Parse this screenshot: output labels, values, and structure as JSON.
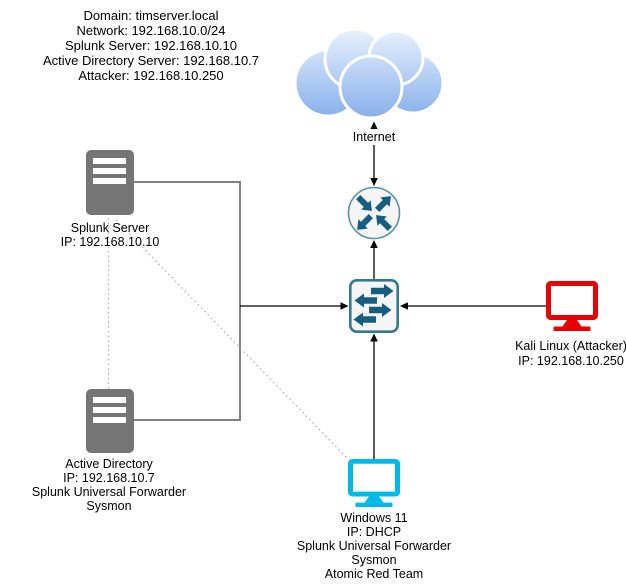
{
  "colors": {
    "server_gray": "#757575",
    "kali_red": "#E60000",
    "windows_cyan": "#00B9E9",
    "icon_arrow_teal": "#175E7E",
    "router_border": "#5D8FA9",
    "switch_border": "#337A8F",
    "icon_fill": "#F5F5F5",
    "cloud_gradient_top": "#EDF4FE",
    "cloud_gradient_bottom": "#85AEEA",
    "connector_black": "#000000",
    "connector_gray": "#808080",
    "dotted_gray": "#ABABAB"
  },
  "info_block": {
    "lines": [
      "Domain: timserver.local",
      "Network: 192.168.10.0/24",
      "Splunk Server: 192.168.10.10",
      "Active Directory Server: 192.168.10.7",
      "Attacker: 192.168.10.250"
    ]
  },
  "nodes": {
    "internet": {
      "icon": "cloud-icon",
      "label": "Internet"
    },
    "router": {
      "icon": "router-icon"
    },
    "switch": {
      "icon": "switch-icon"
    },
    "splunk_server": {
      "icon": "server-icon",
      "lines": [
        "Splunk Server",
        "IP: 192.168.10.10"
      ]
    },
    "active_directory": {
      "icon": "server-icon",
      "lines": [
        "Active Directory",
        "IP: 192.168.10.7",
        "Splunk Universal Forwarder",
        "Sysmon"
      ]
    },
    "kali": {
      "icon": "monitor-icon",
      "lines": [
        "Kali Linux (Attacker)",
        "IP: 192.168.10.250"
      ]
    },
    "windows11": {
      "icon": "monitor-icon",
      "lines": [
        "Windows 11",
        "IP: DHCP",
        "Splunk Universal Forwarder",
        "Sysmon",
        "Atomic Red Team"
      ]
    }
  }
}
